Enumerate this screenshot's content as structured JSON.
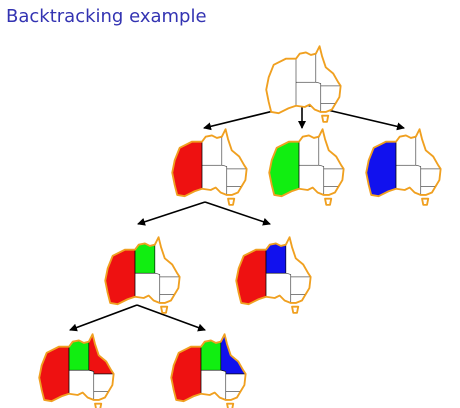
{
  "slide": {
    "title": "Backtracking example"
  },
  "colors": {
    "title": "#3333b2",
    "outline": "#f0a020",
    "red": "#ee1111",
    "green": "#11ee11",
    "blue": "#1111ee"
  },
  "tree": {
    "nodes": [
      {
        "id": "root",
        "level": 0,
        "assignments": {}
      },
      {
        "id": "wa-red",
        "level": 1,
        "assignments": {
          "WA": "red"
        }
      },
      {
        "id": "wa-green",
        "level": 1,
        "assignments": {
          "WA": "green"
        }
      },
      {
        "id": "wa-blue",
        "level": 1,
        "assignments": {
          "WA": "blue"
        }
      },
      {
        "id": "wa-red-nt-green",
        "level": 2,
        "assignments": {
          "WA": "red",
          "NT": "green"
        }
      },
      {
        "id": "wa-red-nt-blue",
        "level": 2,
        "assignments": {
          "WA": "red",
          "NT": "blue"
        }
      },
      {
        "id": "wa-red-nt-green-q-red",
        "level": 3,
        "assignments": {
          "WA": "red",
          "NT": "green",
          "Q": "red"
        }
      },
      {
        "id": "wa-red-nt-green-q-blue",
        "level": 3,
        "assignments": {
          "WA": "red",
          "NT": "green",
          "Q": "blue"
        }
      }
    ],
    "edges": [
      [
        "root",
        "wa-red"
      ],
      [
        "root",
        "wa-green"
      ],
      [
        "root",
        "wa-blue"
      ],
      [
        "wa-red",
        "wa-red-nt-green"
      ],
      [
        "wa-red",
        "wa-red-nt-blue"
      ],
      [
        "wa-red-nt-green",
        "wa-red-nt-green-q-red"
      ],
      [
        "wa-red-nt-green",
        "wa-red-nt-green-q-blue"
      ]
    ]
  }
}
